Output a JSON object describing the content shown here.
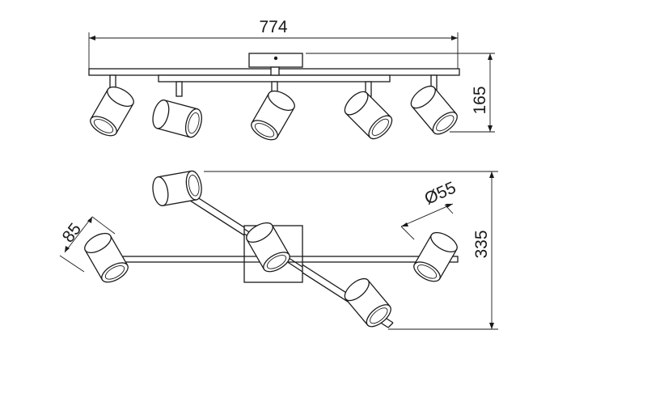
{
  "dimensions": {
    "width": "774",
    "height_side": "165",
    "depth_top": "335",
    "arm": "85",
    "diameter": "Ø55"
  },
  "colors": {
    "line": "#1a1a1a",
    "background": "#ffffff"
  }
}
